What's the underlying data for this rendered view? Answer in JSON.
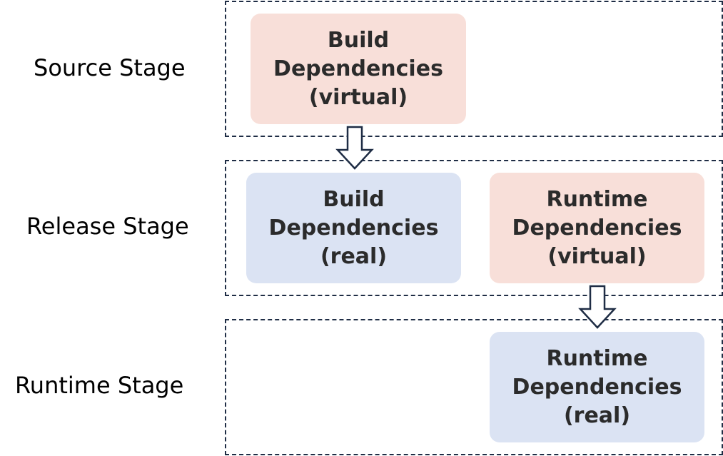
{
  "stages": {
    "source": {
      "label": "Source Stage"
    },
    "release": {
      "label": "Release Stage"
    },
    "runtime": {
      "label": "Runtime Stage"
    }
  },
  "nodes": {
    "build_virtual": {
      "line1": "Build",
      "line2": "Dependencies",
      "line3": "(virtual)"
    },
    "build_real": {
      "line1": "Build",
      "line2": "Dependencies",
      "line3": "(real)"
    },
    "runtime_virtual": {
      "line1": "Runtime",
      "line2": "Dependencies",
      "line3": "(virtual)"
    },
    "runtime_real": {
      "line1": "Runtime",
      "line2": "Dependencies",
      "line3": "(real)"
    }
  },
  "colors": {
    "virtual_fill": "#f8dfd9",
    "real_fill": "#dbe3f3",
    "frame_stroke": "#1f2d45",
    "text": "#2b2b2b"
  }
}
